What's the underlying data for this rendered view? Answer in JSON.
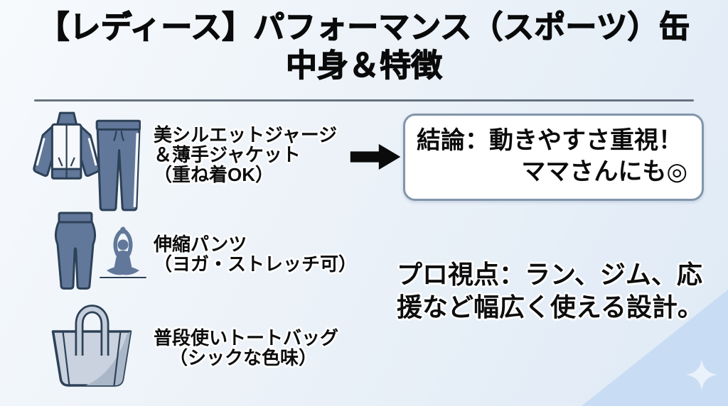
{
  "title": {
    "line1": "【レディース】パフォーマンス（スポーツ）缶",
    "line2": "中身＆特徴"
  },
  "items": [
    {
      "illustration": "tracksuit-jacket-and-jogger-pants",
      "line1": "美シルエットジャージ",
      "line2": "＆薄手ジャケット",
      "line3": "（重ね着OK）"
    },
    {
      "illustration": "stretch-leggings-and-yoga-pose",
      "line1": "伸縮パンツ",
      "line2": "（ヨガ・ストレッチ可）"
    },
    {
      "illustration": "tote-bag",
      "line1": "普段使いトートバッグ",
      "line2": "（シックな色味）"
    }
  ],
  "conclusion": {
    "line1": "結論：動きやすさ重視！",
    "line2": "ママさんにも◎"
  },
  "pro_note": {
    "line1": "プロ視点：ラン、ジム、応",
    "line2": "援など幅広く使える設計。"
  },
  "icons": {
    "arrow": "black-right-arrow",
    "sparkle": "white-sparkle-star"
  },
  "colors": {
    "background_top_left": "#f7fafd",
    "background_bottom": "#dfeaf6",
    "corner_triangle": "#c8dcf4",
    "illustration_main": "#62789a",
    "illustration_outline": "#2d4157",
    "illustration_white": "#f6f8fb",
    "tote_fill": "#c9d2de",
    "tote_shade": "#aab7c8",
    "conclusion_border": "#8295ab",
    "conclusion_background": "#ffffff",
    "divider": "#66727f",
    "text": "#0b0b0b"
  }
}
